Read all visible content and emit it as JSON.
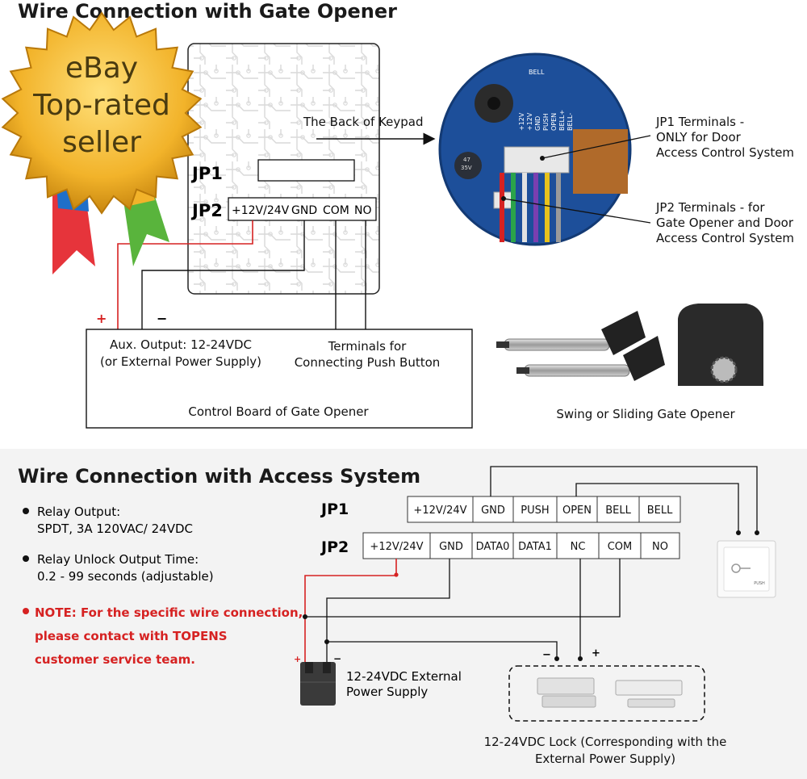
{
  "colors": {
    "red_wire": "#d62222",
    "line": "#111111",
    "badge_gold": "#f2b32a",
    "bottom_bg": "#f3f3f3"
  },
  "top": {
    "title": "Wire Connection with Gate Opener",
    "back_of_keypad": "The Back of Keypad",
    "jp1": "JP1",
    "jp2": "JP2",
    "jp2_terminals": [
      "+12V/24V",
      "GND",
      "COM",
      "NO"
    ],
    "plus": "+",
    "minus": "−",
    "aux_line1": "Aux. Output: 12-24VDC",
    "aux_line2": "(or External Power Supply)",
    "terminals_line1": "Terminals for",
    "terminals_line2": "Connecting Push Button",
    "control_board": "Control Board of Gate Opener",
    "jp1_note": [
      "JP1 Terminals -",
      "ONLY for Door",
      "Access Control System"
    ],
    "jp2_note": [
      "JP2 Terminals - for",
      "Gate Opener and Door",
      "Access Control System"
    ],
    "pcb_labels": [
      "BELL",
      "+12V",
      "+12V",
      "GND",
      "PUSH",
      "OPEN",
      "BELL+",
      "BELL-",
      "47",
      "35V"
    ],
    "opener_caption": "Swing or Sliding Gate Opener"
  },
  "badge": {
    "line1": "eBay",
    "line2": "Top-rated",
    "line3": "seller"
  },
  "bottom": {
    "title": "Wire Connection with Access System",
    "bullets": [
      {
        "line1": "Relay Output:",
        "line2": "SPDT, 3A 120VAC/ 24VDC"
      },
      {
        "line1": "Relay Unlock Output Time:",
        "line2": "0.2 - 99 seconds (adjustable)"
      }
    ],
    "note": [
      "NOTE: For the specific wire connection,",
      "please contact with TOPENS",
      "customer service team."
    ],
    "jp1": "JP1",
    "jp2": "JP2",
    "jp1_cells": [
      "+12V/24V",
      "GND",
      "PUSH",
      "OPEN",
      "BELL",
      "BELL"
    ],
    "jp2_cells": [
      "+12V/24V",
      "GND",
      "DATA0",
      "DATA1",
      "NC",
      "COM",
      "NO"
    ],
    "psu_plus": "+",
    "psu_minus": "−",
    "psu_line1": "12-24VDC External",
    "psu_line2": "Power Supply",
    "lock_minus": "−",
    "lock_plus": "+",
    "lock_line1": "12-24VDC Lock (Corresponding with the",
    "lock_line2": "External Power Supply)",
    "push_label": "PUSH"
  }
}
